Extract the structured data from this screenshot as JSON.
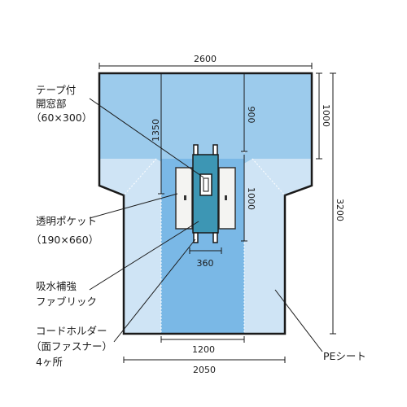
{
  "dimensions": {
    "top_width": "2600",
    "top_height": "1000",
    "total_height": "3200",
    "upper_length": "1350",
    "window_offset": "900",
    "pocket_length": "1000",
    "fabric_width": "360",
    "mid_width": "1200",
    "bottom_width": "2050"
  },
  "labels": {
    "tape_window": [
      "テープ付",
      "開窓部",
      "（60×300）"
    ],
    "clear_pocket": [
      "透明ポケット",
      "（190×660）"
    ],
    "absorbent_fabric": [
      "吸水補強",
      "ファブリック"
    ],
    "cord_holder": [
      "コードホルダー",
      "（面ファスナー）",
      "4ヶ所"
    ],
    "pe_sheet": [
      "PEシート"
    ]
  },
  "colors": {
    "drape_light": "#cfe4f5",
    "drape_mid": "#9ccbec",
    "drape_strip": "#7ab8e6",
    "fabric_center": "#3d96b4",
    "pocket_white": "#f4f4f2",
    "outline": "#1a1a1a"
  }
}
